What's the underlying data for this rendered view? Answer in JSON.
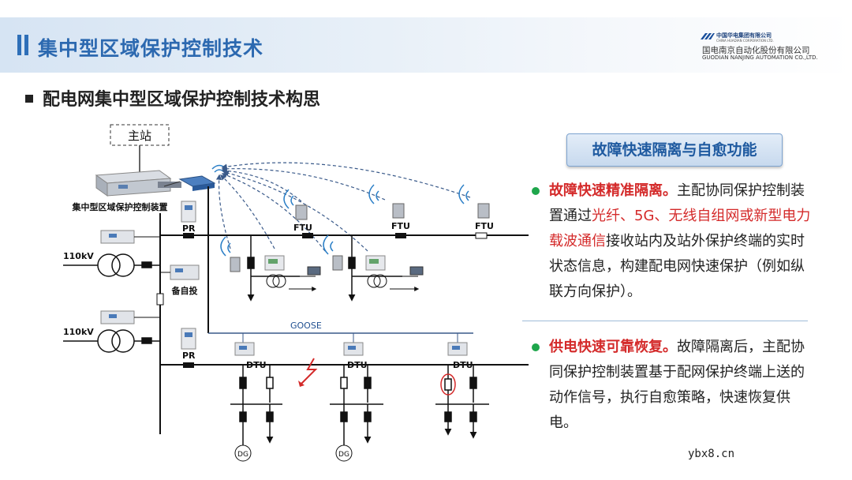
{
  "header": {
    "title": "集中型区域保护控制技术",
    "logo": {
      "line1": "中国华电集团有限公司",
      "line2": "CHINA HUADIAN CORPORATION LTD.",
      "line3": "国电南京自动化股份有限公司",
      "line4": "GUODIAN NANJING AUTOMATION CO.,LTD."
    }
  },
  "subtitle": "配电网集中型区域保护控制技术构思",
  "diagram": {
    "master_station": "主站",
    "central_device": "集中型区域保护控制装置",
    "voltage_1": "110kV",
    "voltage_2": "110kV",
    "pr_1": "PR",
    "pr_2": "PR",
    "backup": "备自投",
    "ftu_1": "FTU",
    "ftu_2": "FTU",
    "ftu_3": "FTU",
    "goose": "GOOSE",
    "dtu_1": "DTU",
    "dtu_2": "DTU",
    "dtu_3": "DTU",
    "dg_1": "DG",
    "dg_2": "DG"
  },
  "panel": {
    "function_title": "故障快速隔离与自愈功能",
    "p1": {
      "head": "故障快速精准隔离。",
      "t1": "主配协同保护控制装置通过",
      "r1": "光纤、5G、无线自组网或新型电力载波通信",
      "t2": "接收站内及站外保护终端的实时状态信息，构建配电网快速保护（例如纵联方向保护）。"
    },
    "p2": {
      "head": "供电快速可靠恢复。",
      "t1": "故障隔离后，主配协同保护控制装置基于配网保护终端上送的动作信号，执行自愈策略，快速恢复供电。"
    }
  },
  "watermark": "ybx8.cn",
  "colors": {
    "title_blue": "#2c69b0",
    "highlight_red": "#d42a2a",
    "bullet_green": "#1ea64b"
  }
}
